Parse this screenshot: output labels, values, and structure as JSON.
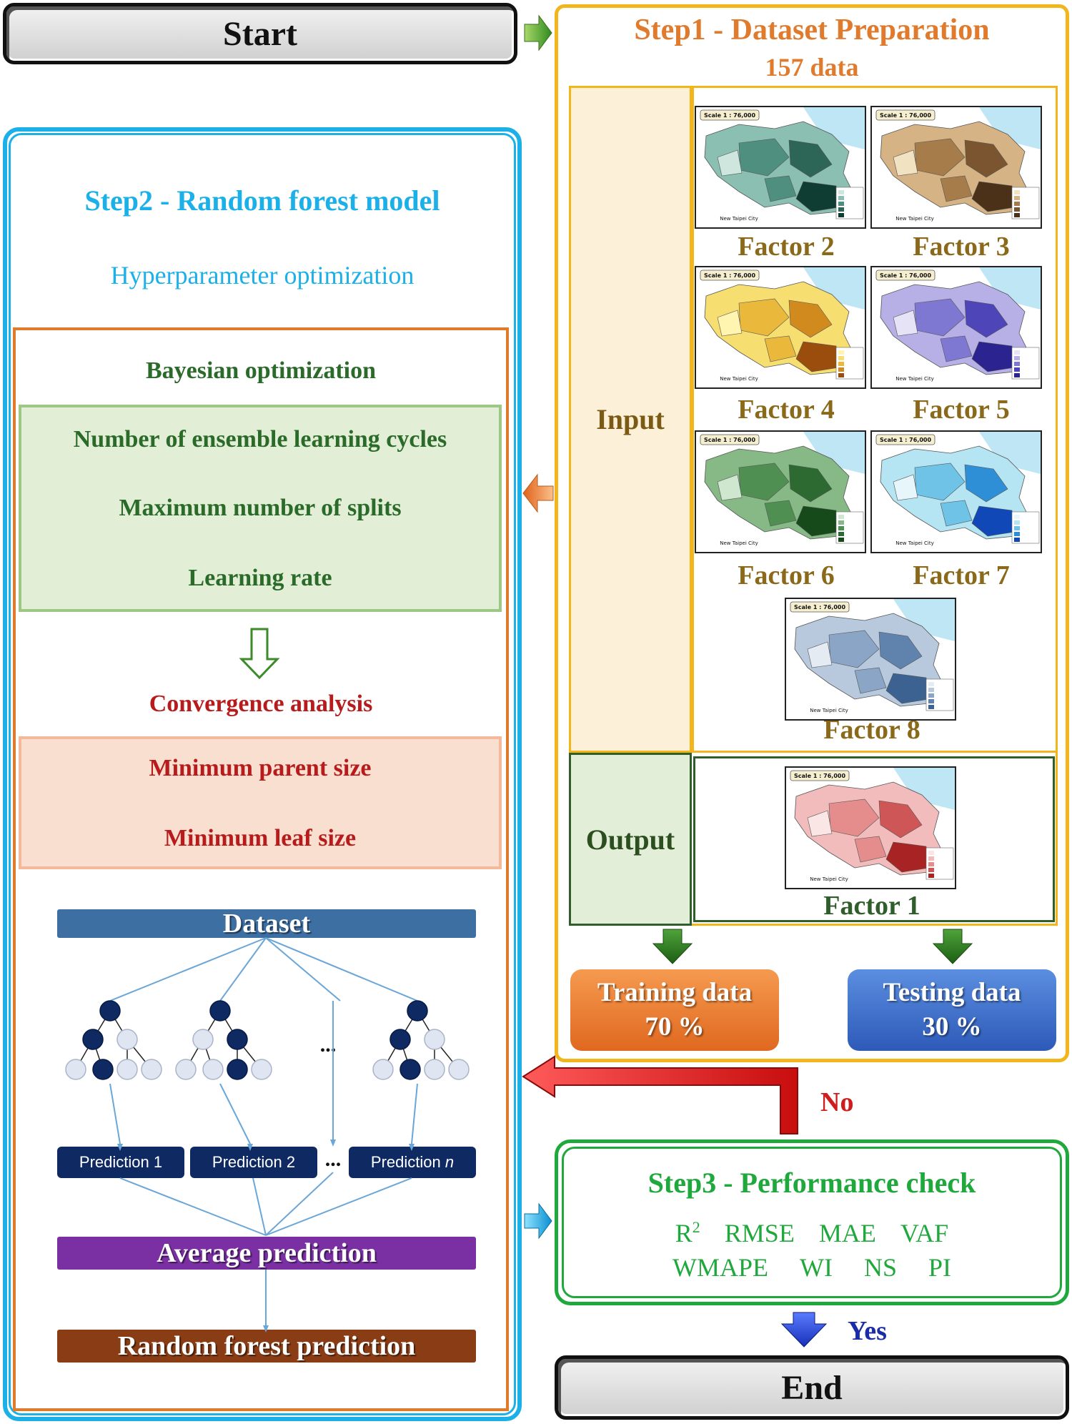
{
  "start": {
    "label": "Start"
  },
  "end": {
    "label": "End"
  },
  "step1": {
    "title": "Step1 - Dataset Preparation",
    "subtitle": "157 data",
    "input_label": "Input",
    "output_label": "Output",
    "factors": [
      "Factor 2",
      "Factor 3",
      "Factor 4",
      "Factor 5",
      "Factor 6",
      "Factor 7",
      "Factor 8"
    ],
    "output_factor": "Factor 1",
    "map_scale": "Scale 1 : 76,000",
    "map_city": "New Taipei City",
    "training": {
      "label": "Training data",
      "value": "70 %"
    },
    "testing": {
      "label": "Testing data",
      "value": "30 %"
    }
  },
  "step2": {
    "title": "Step2 - Random forest model",
    "subtitle": "Hyperparameter optimization",
    "bayes_title": "Bayesian optimization",
    "bayes_params": [
      "Number of ensemble learning cycles",
      "Maximum number of splits",
      "Learning rate"
    ],
    "convergence_title": "Convergence analysis",
    "convergence_params": [
      "Minimum parent size",
      "Minimum leaf size"
    ],
    "dataset_label": "Dataset",
    "dots": "...",
    "predictions": [
      "Prediction 1",
      "Prediction 2"
    ],
    "prediction_n_prefix": "Prediction ",
    "prediction_n_var": "n",
    "average_label": "Average prediction",
    "rf_label": "Random forest prediction"
  },
  "step3": {
    "title": "Step3 - Performance check",
    "metrics_row1": [
      "R",
      "RMSE",
      "MAE",
      "VAF"
    ],
    "r_superscript": "2",
    "metrics_row2": [
      "WMAPE",
      "WI",
      "NS",
      "PI"
    ]
  },
  "flow": {
    "no_label": "No",
    "yes_label": "Yes"
  },
  "colors": {
    "step1": "#f2b51a",
    "step2": "#1cb0e8",
    "bayes": "#e07b2e",
    "step3": "#1fa83c",
    "training": "#ef7d2f",
    "testing": "#3b6cc6",
    "dataset_bar": "#3d6fa3",
    "average_bar": "#7a2fa3",
    "rf_bar": "#8a3d15"
  }
}
